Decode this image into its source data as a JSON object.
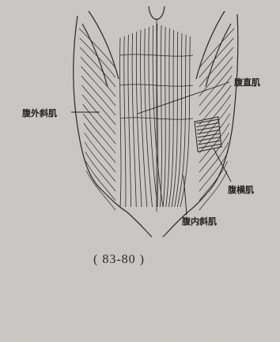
{
  "labels": {
    "rectus": "腹直肌",
    "external_oblique": "腹外斜肌",
    "transversus": "腹横肌",
    "internal_oblique": "腹内斜肌"
  },
  "figure_number": "( 83-80 )",
  "colors": {
    "paper": "#c9c7c2",
    "ink": "#2a2826"
  }
}
